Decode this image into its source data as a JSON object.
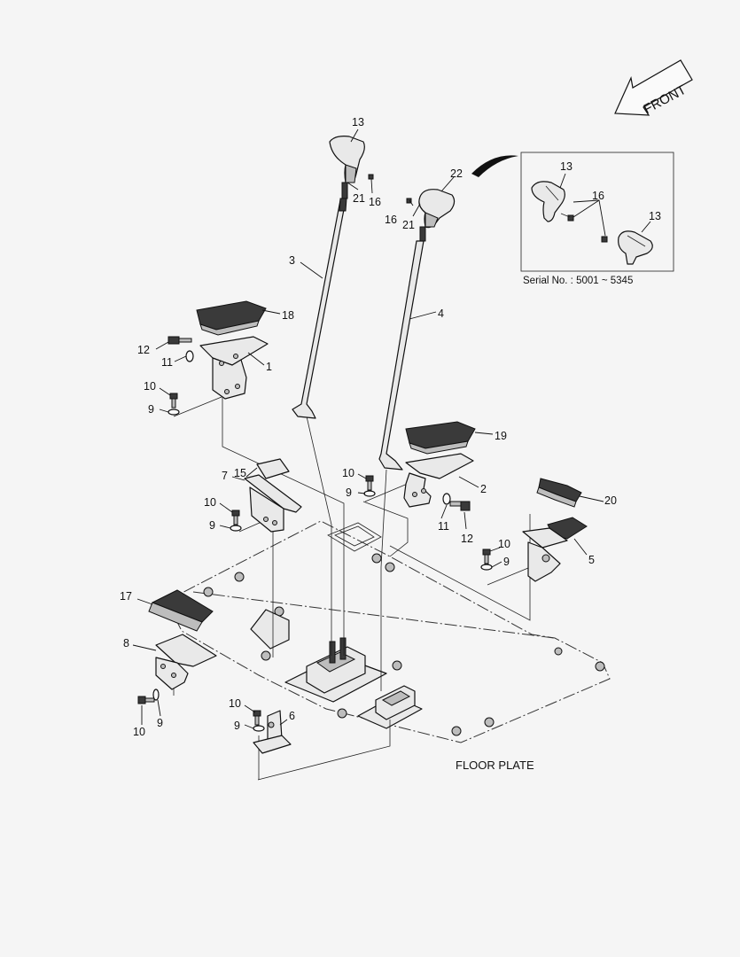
{
  "arrow": {
    "text": "FRONT"
  },
  "inset": {
    "serial_label": "Serial No. : 5001 ~ 5345",
    "callouts": [
      "13",
      "16",
      "13"
    ]
  },
  "floor_plate_label": "FLOOR PLATE",
  "callouts": {
    "c1": "1",
    "c2": "2",
    "c3": "3",
    "c4": "4",
    "c5": "5",
    "c6": "6",
    "c7": "7",
    "c8": "8",
    "c9a": "9",
    "c9b": "9",
    "c9c": "9",
    "c9d": "9",
    "c9e": "9",
    "c9f": "9",
    "c10a": "10",
    "c10b": "10",
    "c10c": "10",
    "c10d": "10",
    "c10e": "10",
    "c10f": "10",
    "c11a": "11",
    "c11b": "11",
    "c12a": "12",
    "c12b": "12",
    "c13": "13",
    "c15": "15",
    "c16a": "16",
    "c16b": "16",
    "c17": "17",
    "c18": "18",
    "c19": "19",
    "c20": "20",
    "c21a": "21",
    "c21b": "21",
    "c22": "22"
  }
}
